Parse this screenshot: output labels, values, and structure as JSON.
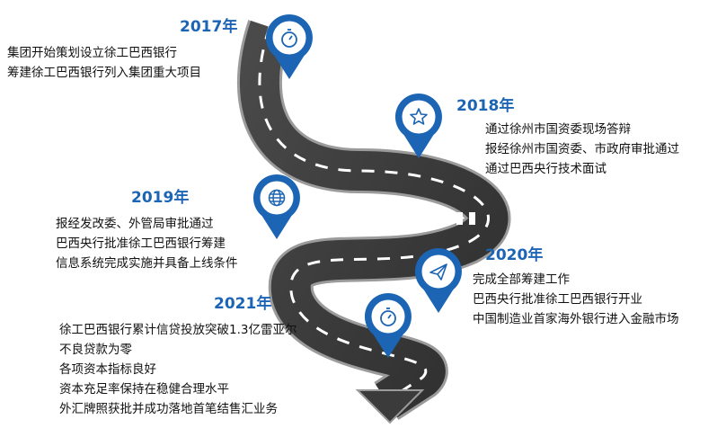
{
  "milestones": [
    {
      "year": "2017年",
      "icon": "stopwatch-icon",
      "lines": [
        "集团开始策划设立徐工巴西银行",
        "筹建徐工巴西银行列入集团重大项目"
      ]
    },
    {
      "year": "2018年",
      "icon": "star-icon",
      "lines": [
        "通过徐州市国资委现场答辩",
        "报经徐州市国资委、市政府审批通过",
        "通过巴西央行技术面试"
      ]
    },
    {
      "year": "2019年",
      "icon": "globe-icon",
      "lines": [
        "报经发改委、外管局审批通过",
        "巴西央行批准徐工巴西银行筹建",
        "信息系统完成实施并具备上线条件"
      ]
    },
    {
      "year": "2020年",
      "icon": "paper-plane-icon",
      "lines": [
        "完成全部筹建工作",
        "巴西央行批准徐工巴西银行开业",
        "中国制造业首家海外银行进入金融市场"
      ]
    },
    {
      "year": "2021年",
      "icon": "stopwatch-icon",
      "lines": [
        "徐工巴西银行累计信贷投放突破1.3亿雷亚尔",
        "不良贷款为零",
        "各项资本指标良好",
        "资本充足率保持在稳健合理水平",
        "外汇牌照获批并成功落地首笔结售汇业务"
      ]
    }
  ],
  "colors": {
    "accent": "#1c64b4",
    "road": "#3b3b3b",
    "road_edge": "#8a8a8a"
  }
}
